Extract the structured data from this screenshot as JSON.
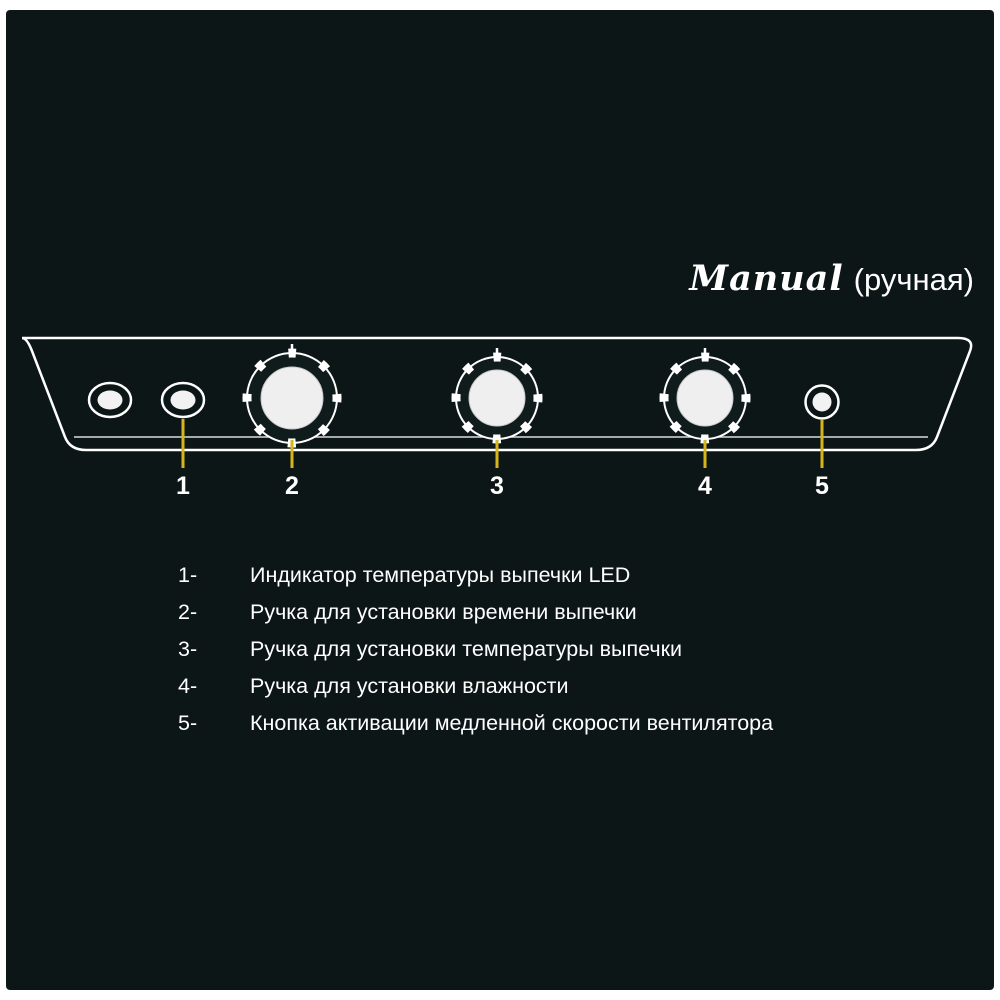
{
  "title": {
    "brand": "Manual",
    "suffix": "(ручная)"
  },
  "callouts": [
    "1",
    "2",
    "3",
    "4",
    "5"
  ],
  "legend": [
    {
      "num": "1-",
      "text": "Индикатор температуры выпечки LED"
    },
    {
      "num": "2-",
      "text": "Ручка  для установки времени выпечки"
    },
    {
      "num": "3-",
      "text": "Ручка для установки температуры выпечки"
    },
    {
      "num": "4-",
      "text": "Ручка для установки влажности"
    },
    {
      "num": "5-",
      "text": "Кнопка активации медленной скорости вентилятора"
    }
  ],
  "colors": {
    "background": "#0d1616",
    "panel_stroke": "#ffffff",
    "callout_line": "#d6b51c",
    "text": "#ffffff"
  }
}
